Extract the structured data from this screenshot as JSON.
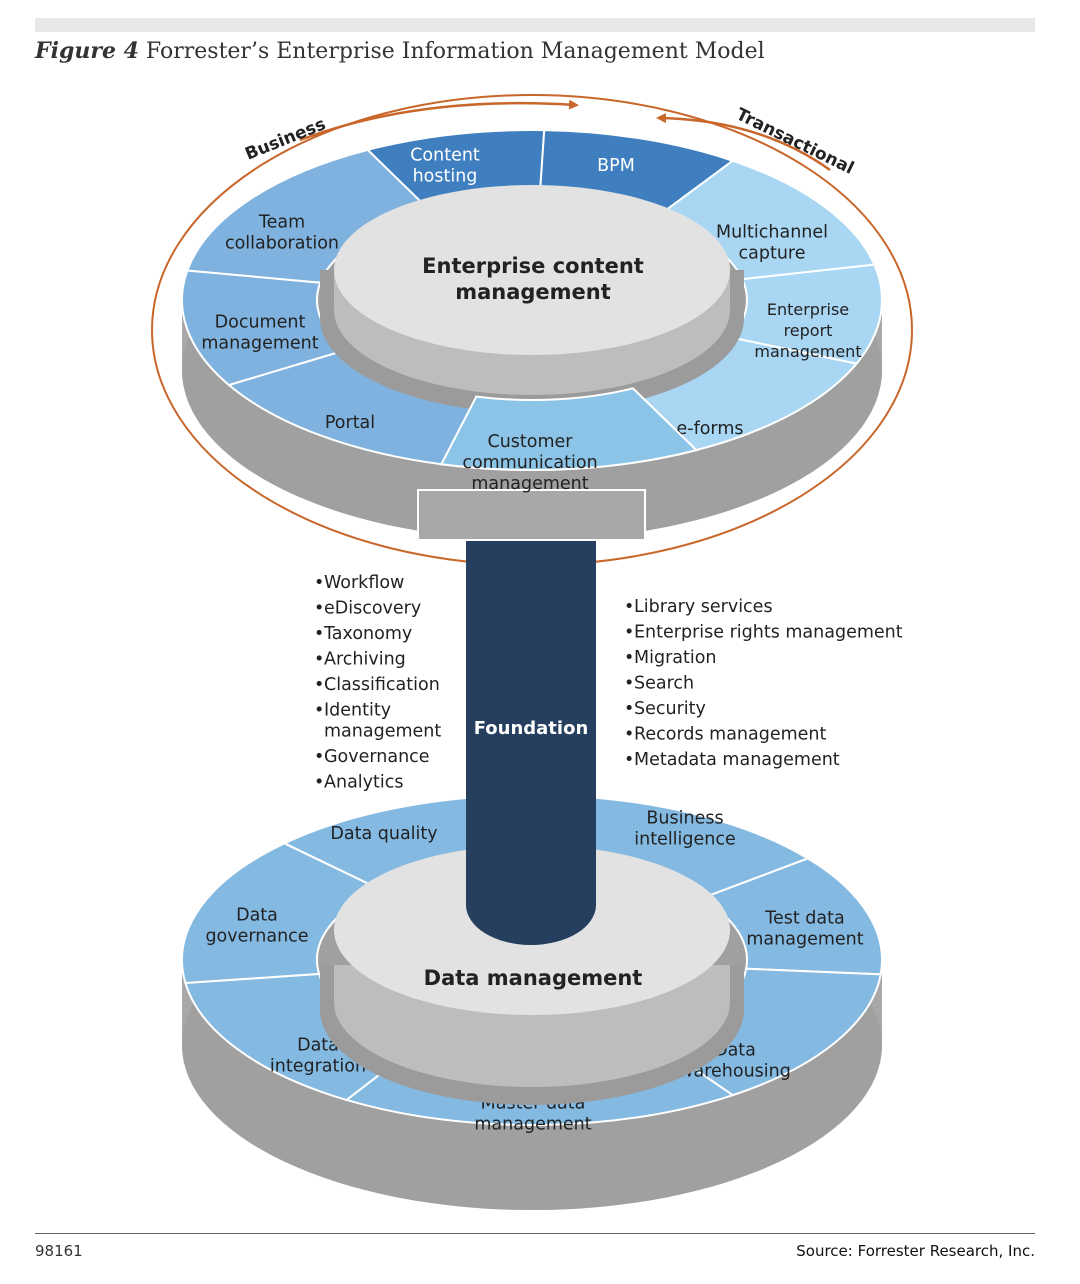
{
  "figure": {
    "number": "Figure 4",
    "title": "Forrester’s Enterprise Information Management Model"
  },
  "ecm": {
    "center": [
      "Enterprise content",
      "management"
    ],
    "segments": [
      {
        "lines": [
          "Content",
          "hosting"
        ],
        "color": "#3f7fbf"
      },
      {
        "lines": [
          "BPM"
        ],
        "color": "#3f7fbf"
      },
      {
        "lines": [
          "Multichannel",
          "capture"
        ],
        "color": "#a9d6f3"
      },
      {
        "lines": [
          "Enterprise",
          "report",
          "management"
        ],
        "color": "#a9d6f3"
      },
      {
        "lines": [
          "e-forms"
        ],
        "color": "#a9d6f3"
      },
      {
        "lines": [
          "Customer",
          "communication",
          "management"
        ],
        "color": "#8cc4e8"
      },
      {
        "lines": [
          "Portal"
        ],
        "color": "#7fb2de"
      },
      {
        "lines": [
          "Document",
          "management"
        ],
        "color": "#7fb2de"
      },
      {
        "lines": [
          "Team",
          "collaboration"
        ],
        "color": "#7fb2de"
      }
    ],
    "business_label": "Business",
    "transactional_label": "Transactional"
  },
  "foundation": {
    "label": "Foundation",
    "left_items": [
      "Workflow",
      "eDiscovery",
      "Taxonomy",
      "Archiving",
      "Classification",
      "Identity management",
      "Governance",
      "Analytics"
    ],
    "right_items": [
      "Library services",
      "Enterprise rights management",
      "Migration",
      "Search",
      "Security",
      "Records management",
      "Metadata management"
    ]
  },
  "dm": {
    "center": "Data management",
    "segments": [
      {
        "lines": [
          "Business",
          "intelligence"
        ]
      },
      {
        "lines": [
          "Test data",
          "management"
        ]
      },
      {
        "lines": [
          "Data",
          "warehousing"
        ]
      },
      {
        "lines": [
          "Master data",
          "management"
        ]
      },
      {
        "lines": [
          "Data",
          "integration"
        ]
      },
      {
        "lines": [
          "Data",
          "governance"
        ]
      },
      {
        "lines": [
          "Data quality"
        ]
      }
    ]
  },
  "footer": {
    "doc_id": "98161",
    "source": "Source: Forrester Research, Inc."
  }
}
